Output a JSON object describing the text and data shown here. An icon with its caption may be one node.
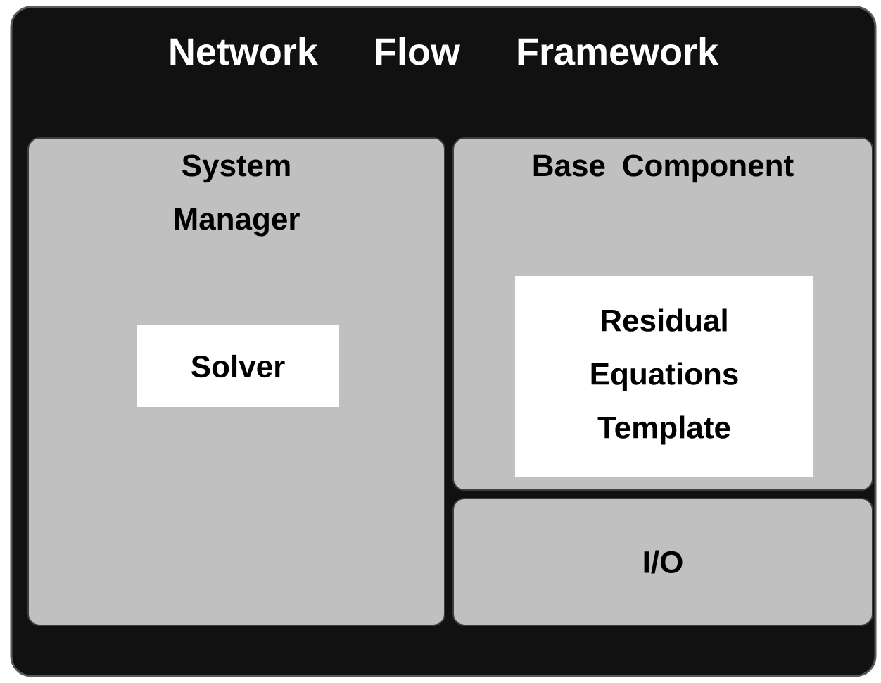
{
  "diagram": {
    "nodes": [
      {
        "text": [
          "Network Flow Framework"
        ]
      },
      {
        "text": [
          "System Manager"
        ],
        "in": 0
      },
      {
        "text": [
          "Solver"
        ],
        "in": 1
      },
      {
        "text": [
          "Base Component"
        ],
        "in": 0
      },
      {
        "text": [
          "Residual Equations Template"
        ],
        "in": 3
      },
      {
        "text": [
          "I/O"
        ],
        "in": 0
      }
    ]
  }
}
